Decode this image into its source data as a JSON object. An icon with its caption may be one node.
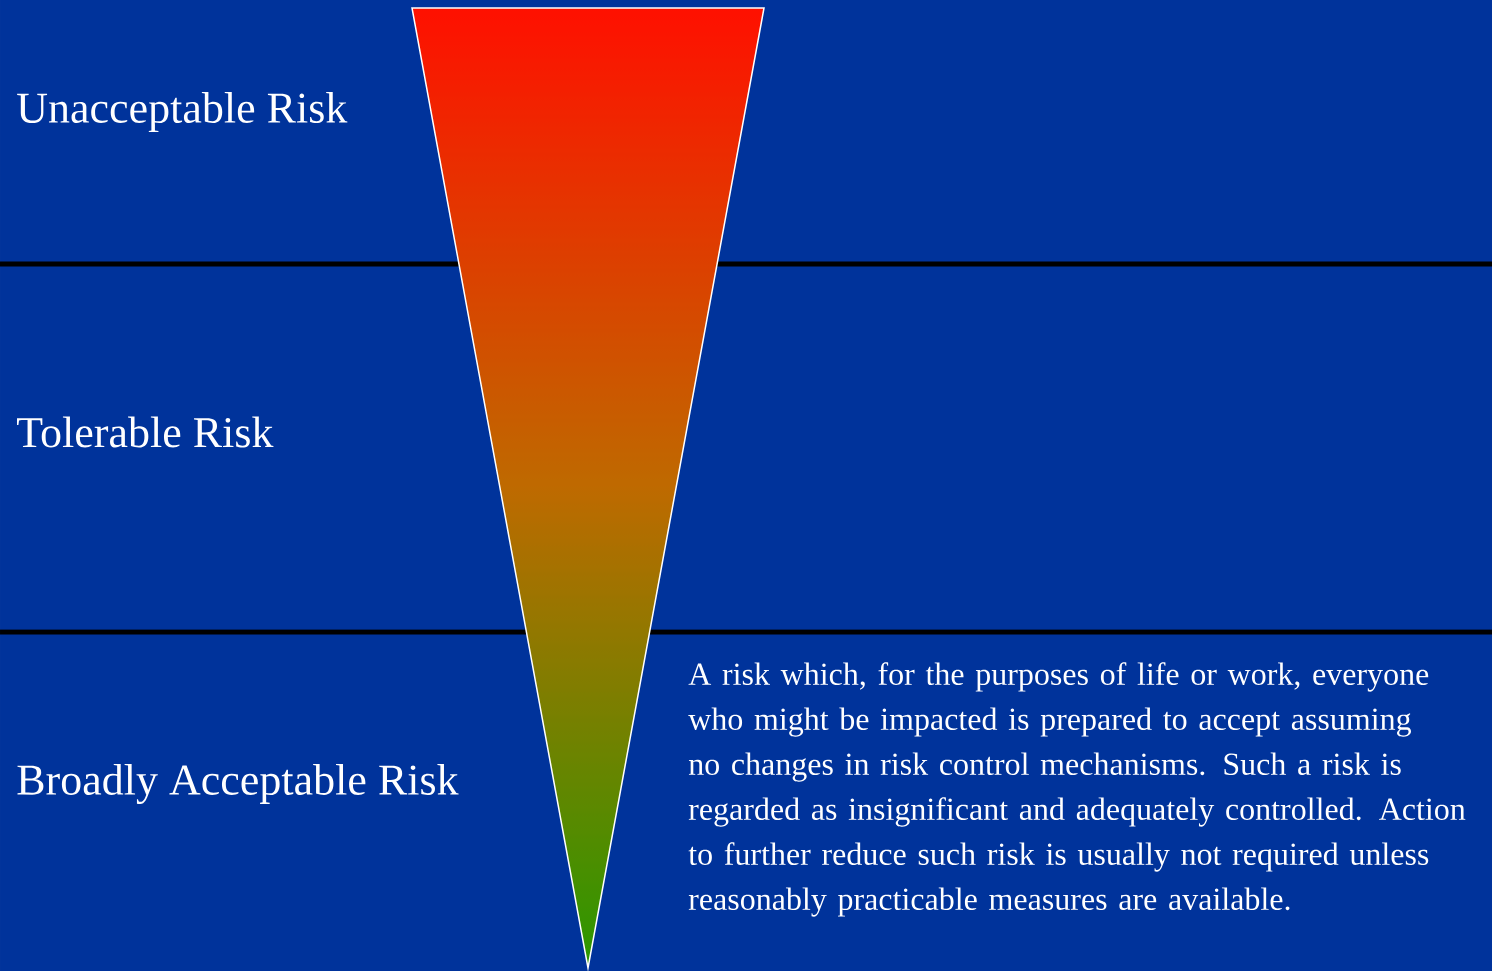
{
  "diagram": {
    "labels": [
      "Unacceptable Risk",
      "Tolerable Risk",
      "Broadly Acceptable Risk",
      "A risk which, for the purposes of life or work, everyone who might be impacted is prepared to accept assuming no changes in risk control mechanisms.  Such a risk is regarded as insignificant and adequately controlled. Action to further reduce such risk is usually not required unless reasonably practicable measures are available."
    ]
  }
}
